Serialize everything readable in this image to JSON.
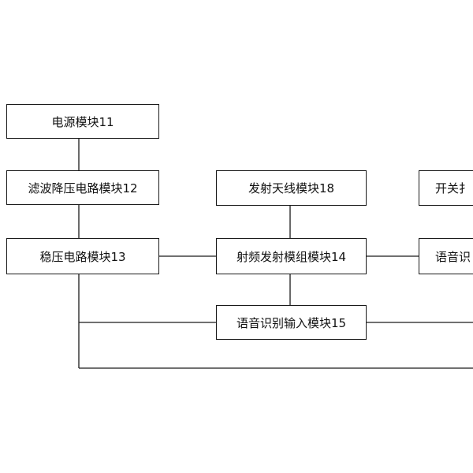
{
  "diagram": {
    "power_module": "电源模块11",
    "filter_step_down_module": "滤波降压电路模块12",
    "voltage_regulator_module": "稳压电路模块13",
    "rf_transmitter_module": "射频发射模组模块14",
    "voice_recognition_input_module": "语音识别输入模块15",
    "transmit_antenna_module": "发射天线模块18",
    "switch_module_partial": "开关扌",
    "voice_recognition_partial": "语音识"
  },
  "colors": {
    "stroke": "#1a1a1a",
    "background": "#ffffff"
  }
}
